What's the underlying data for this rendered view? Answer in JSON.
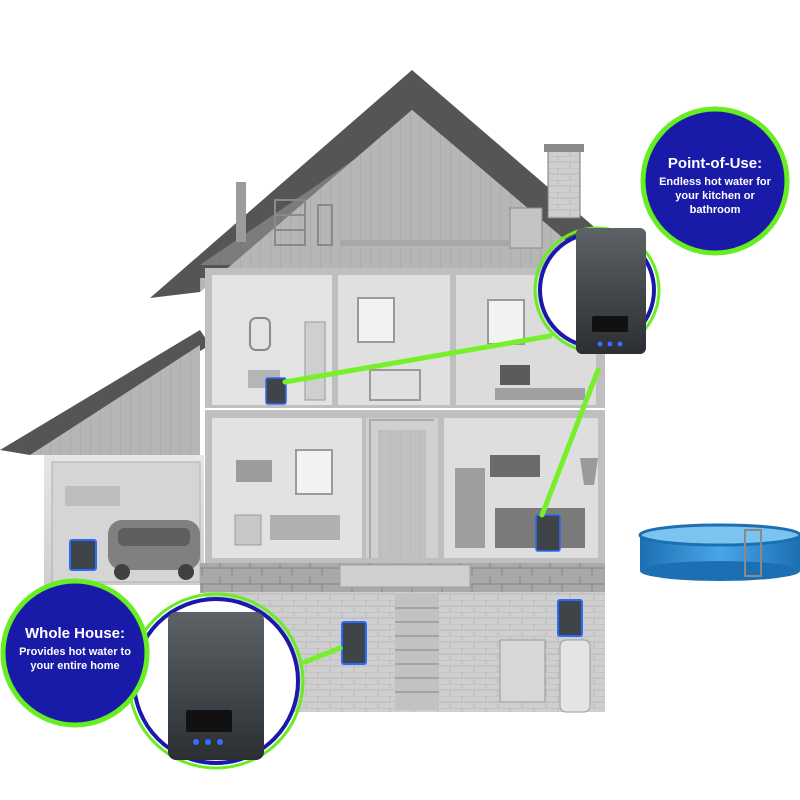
{
  "point_of_use": {
    "title": "Point-of-Use:",
    "body": "Endless hot water for your kitchen or bathroom"
  },
  "whole_house": {
    "title": "Whole House:",
    "body": "Provides hot water to your entire home"
  },
  "colors": {
    "callout_fill": "#1a1aa8",
    "callout_ring": "#66ee22",
    "connector_line": "#77f02a",
    "heater_body": "#3e4347",
    "heater_led": "#3b6cff",
    "roof": "#5a5a5a",
    "wall": "#d9d9d9",
    "pool": "#2a82c8"
  },
  "icons": [
    "house-illustration",
    "water-heater-icon",
    "pool-icon",
    "chimney-icon"
  ]
}
